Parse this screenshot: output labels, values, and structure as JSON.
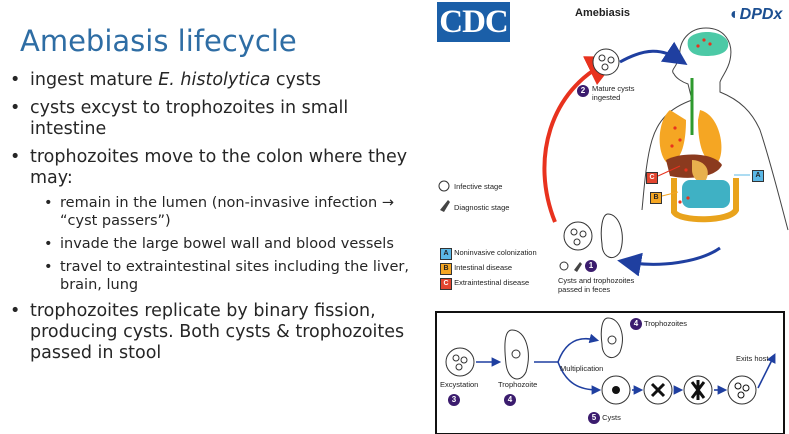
{
  "slide": {
    "title": "Amebiasis lifecycle",
    "bullets": [
      {
        "pre": "ingest mature ",
        "em": "E. histolytica",
        "post": " cysts"
      },
      {
        "text": "cysts excyst to trophozoites in small intestine"
      },
      {
        "text": "trophozoites move to the colon where they may:"
      },
      {
        "text": "trophozoites replicate by binary fission, producing cysts. Both cysts & trophozoites passed in stool"
      }
    ],
    "sub_bullets": [
      "remain in the lumen (non-invasive infection → “cyst passers”)",
      "invade the large bowel wall and blood vessels",
      "travel to extraintestinal sites including the liver, brain, lung"
    ]
  },
  "diagram": {
    "cdc_logo": "CDC",
    "title": "Amebiasis",
    "dpdx_logo": "DPDx",
    "mature_cysts": "Mature cysts ingested",
    "infective_stage": "Infective stage",
    "diagnostic_stage": "Diagnostic stage",
    "legend": [
      {
        "key": "A",
        "label": "Noninvasive colonization",
        "color": "#5bb8e6"
      },
      {
        "key": "B",
        "label": "Intestinal disease",
        "color": "#f5a623"
      },
      {
        "key": "C",
        "label": "Extraintestinal disease",
        "color": "#e2452f"
      }
    ],
    "feces_label": "Cysts and trophozoites passed in feces",
    "trophozoites_label": "Trophozoites",
    "exits_host": "Exits host",
    "excystation": "Excystation",
    "trophozoite": "Trophozoite",
    "multiplication": "Multiplication",
    "cysts_label": "Cysts",
    "step_numbers": {
      "one": "1",
      "two": "2",
      "three": "3",
      "four": "4",
      "five": "5"
    }
  },
  "colors": {
    "title": "#2e6da4",
    "text": "#262626",
    "cdc_blue": "#1b5fa8",
    "arrow_red": "#e8321e",
    "arrow_blue": "#1f3fa0",
    "step_purple": "#3b1c6e"
  }
}
